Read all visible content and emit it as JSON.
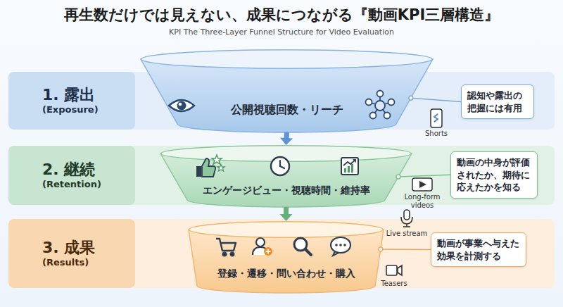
{
  "diagram": {
    "title": "再生数だけでは見えない、成果につながる『動画KPI三層構造』",
    "nodes": [
      {
        "text": [
          "1. 露出",
          "(Exposure)"
        ]
      },
      {
        "text": [
          "公開視聴回数・リーチ"
        ]
      },
      {
        "text": [
          "認知や露出の把握には有用"
        ]
      },
      {
        "text": [
          "2. 継続",
          "(Retention)"
        ]
      },
      {
        "text": [
          "エンゲージビュー・視聴時間・維持率"
        ]
      },
      {
        "text": [
          "動画の中身が評価されたか、期待に応えたかを知る"
        ]
      },
      {
        "text": [
          "3. 成果",
          "(Results)"
        ]
      },
      {
        "text": [
          "登録・遷移・問い合わせ・購入"
        ]
      },
      {
        "text": [
          "動画が事業へ与えた効果を計測する"
        ]
      }
    ],
    "edges": [
      {
        "from": 1,
        "to": 4,
        "arrow": "to"
      },
      {
        "from": 4,
        "to": 7,
        "arrow": "to"
      },
      {
        "from": 1,
        "to": 2,
        "arrow": "none"
      },
      {
        "from": 4,
        "to": 5,
        "arrow": "none"
      },
      {
        "from": 7,
        "to": 8,
        "arrow": "none"
      }
    ],
    "labels": [
      "KPI The Three-Layer Funnel Structure for Video Evaluation",
      "Shorts",
      "Long-form videos",
      "Live stream",
      "Teasers"
    ]
  }
}
